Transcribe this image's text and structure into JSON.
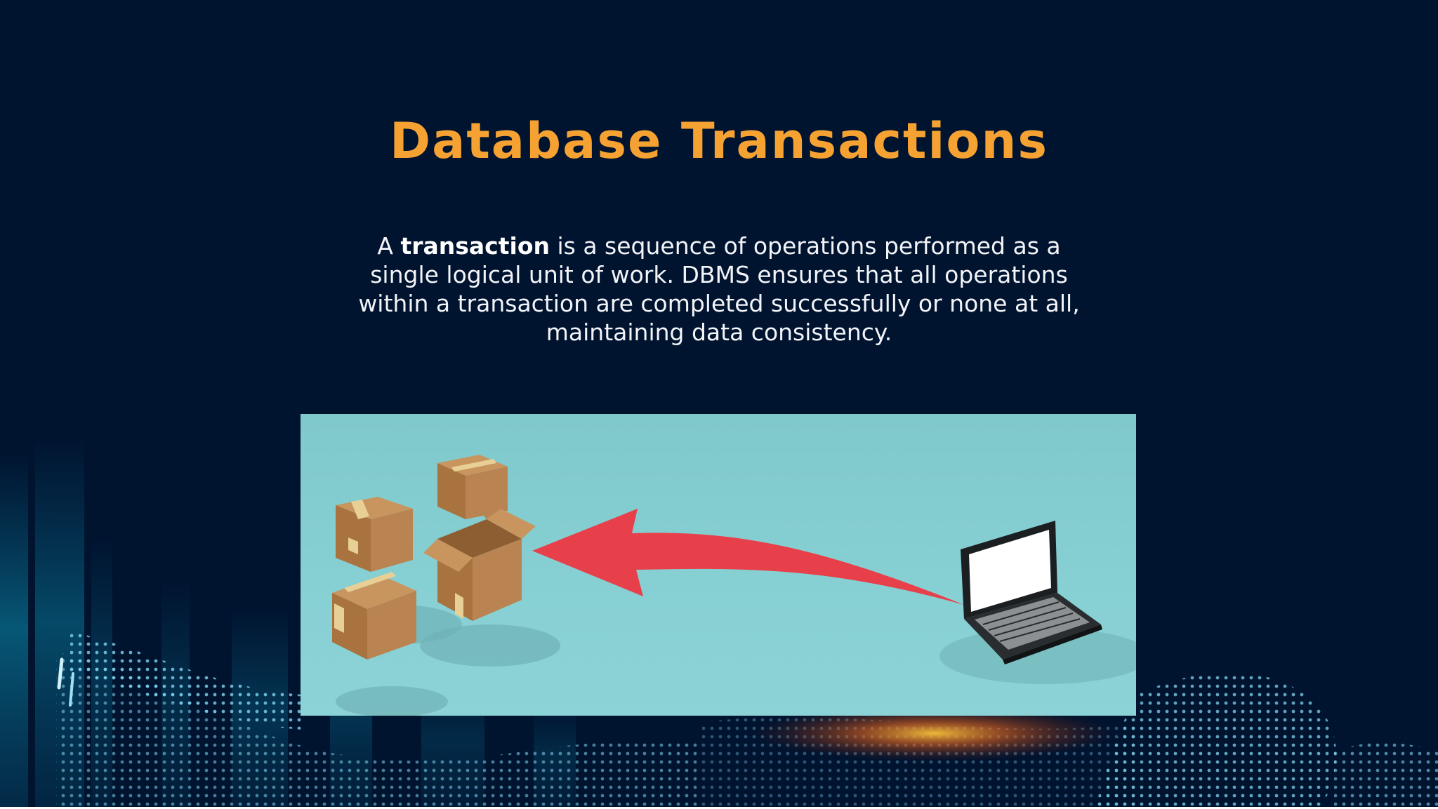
{
  "slide": {
    "title": "Database Transactions",
    "description": {
      "prefix": "A ",
      "term": "transaction",
      "rest": " is a sequence of operations performed as a single logical unit of work. DBMS ensures that all operations within a transaction are completed successfully or none at all, maintaining data consistency."
    },
    "image": {
      "subject": "cardboard boxes, red curved arrow, laptop"
    }
  },
  "colors": {
    "background": "#00132f",
    "title": "#f5a233",
    "text": "#f2f4f8",
    "image_bg": "#86cfd3",
    "arrow": "#e8404a",
    "box": "#b88150"
  }
}
